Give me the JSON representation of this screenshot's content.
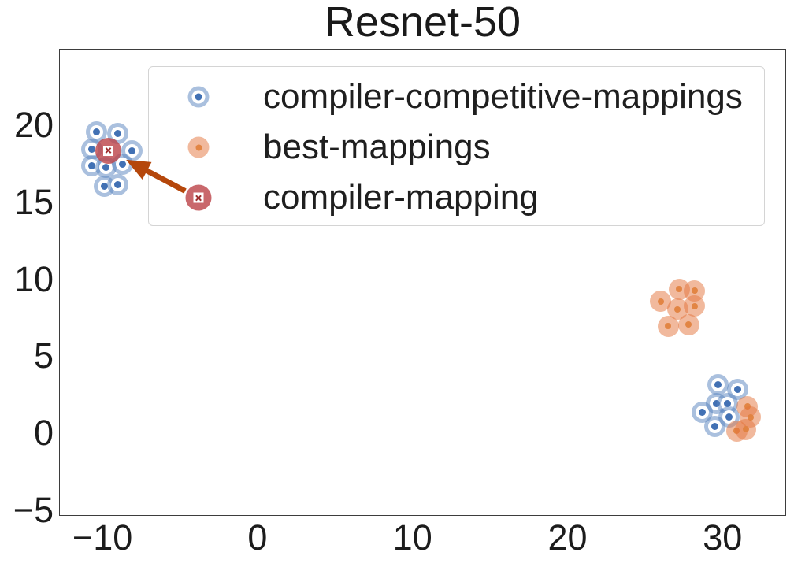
{
  "chart_data": {
    "type": "scatter",
    "title": "Resnet-50",
    "xlabel": "",
    "ylabel": "",
    "xlim": [
      -12.8,
      34.1
    ],
    "ylim": [
      -5.4,
      24.9
    ],
    "x_ticks": [
      -10,
      0,
      10,
      20,
      30
    ],
    "y_ticks": [
      -5,
      0,
      5,
      10,
      15,
      20
    ],
    "grid": false,
    "legend_position": "upper-center-inside",
    "series": [
      {
        "name": "compiler-competitive-mappings",
        "marker": "circle-white-ring-dot",
        "outer_color": "rgba(85,130,190,0.5)",
        "core_color": "#4271b4",
        "points": [
          [
            -10.4,
            19.5
          ],
          [
            -9.0,
            19.4
          ],
          [
            -10.7,
            18.4
          ],
          [
            -8.1,
            18.3
          ],
          [
            -10.7,
            17.3
          ],
          [
            -9.8,
            17.2
          ],
          [
            -8.7,
            17.4
          ],
          [
            -9.9,
            16.0
          ],
          [
            -9.0,
            16.1
          ],
          [
            29.7,
            3.1
          ],
          [
            31.0,
            2.8
          ],
          [
            29.6,
            1.9
          ],
          [
            30.3,
            1.9
          ],
          [
            28.7,
            1.3
          ],
          [
            30.4,
            1.0
          ],
          [
            29.5,
            0.4
          ]
        ]
      },
      {
        "name": "best-mappings",
        "marker": "circle-dot",
        "outer_color": "rgba(227,116,60,0.5)",
        "core_color": "#e0823f",
        "points": [
          [
            27.2,
            9.3
          ],
          [
            28.2,
            9.2
          ],
          [
            26.0,
            8.5
          ],
          [
            27.1,
            8.0
          ],
          [
            28.2,
            8.2
          ],
          [
            26.5,
            6.9
          ],
          [
            27.8,
            7.0
          ],
          [
            31.6,
            1.7
          ],
          [
            31.8,
            1.0
          ],
          [
            30.9,
            0.1
          ],
          [
            31.5,
            0.2
          ]
        ]
      },
      {
        "name": "compiler-mapping",
        "marker": "circle-white-square-x",
        "outer_color": "rgba(187,66,71,0.8)",
        "core_color": "#9e2f2f",
        "points": [
          [
            -9.6,
            18.3
          ]
        ]
      }
    ],
    "annotation": {
      "type": "arrow",
      "color": "#b5470b",
      "from": "legend-compiler-mapping-marker",
      "target_point": [
        -9.6,
        18.3
      ]
    }
  }
}
